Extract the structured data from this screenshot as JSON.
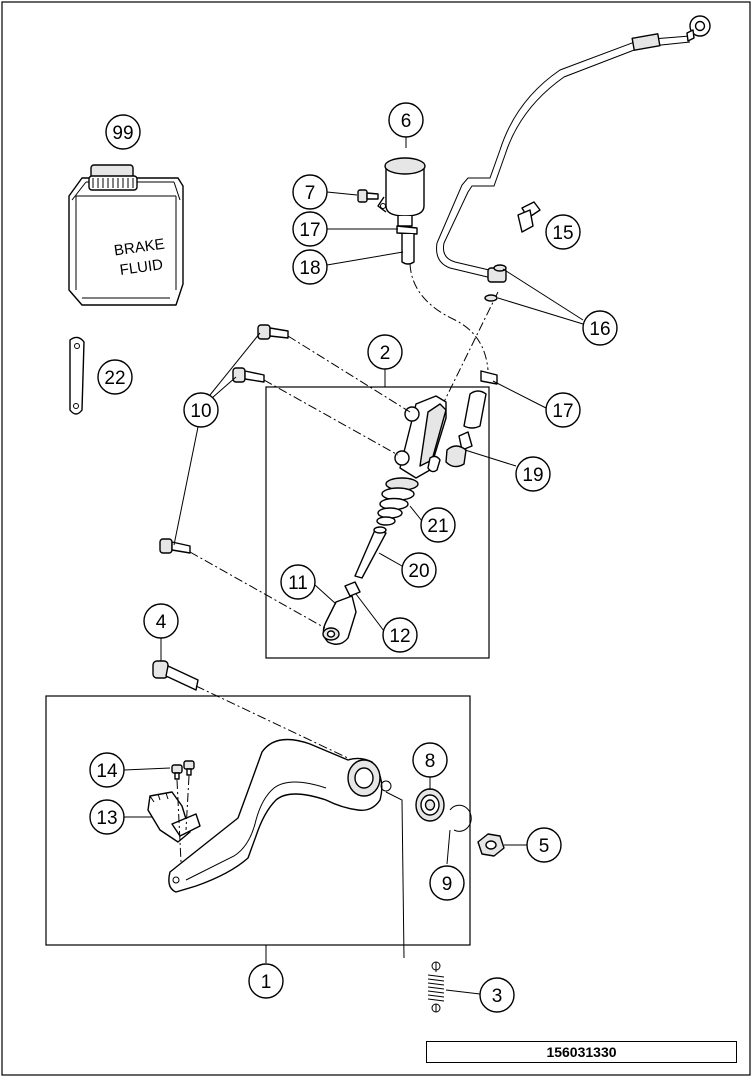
{
  "bottle_label": [
    "BRAKE",
    "FLUID"
  ],
  "drawing_number": "156031330",
  "callouts": [
    {
      "id": "c99",
      "number": "99"
    },
    {
      "id": "c6",
      "number": "6"
    },
    {
      "id": "c7",
      "number": "7"
    },
    {
      "id": "c17a",
      "number": "17"
    },
    {
      "id": "c18",
      "number": "18"
    },
    {
      "id": "c15",
      "number": "15"
    },
    {
      "id": "c16",
      "number": "16"
    },
    {
      "id": "c2",
      "number": "2"
    },
    {
      "id": "c22",
      "number": "22"
    },
    {
      "id": "c10",
      "number": "10"
    },
    {
      "id": "c17b",
      "number": "17"
    },
    {
      "id": "c19",
      "number": "19"
    },
    {
      "id": "c21",
      "number": "21"
    },
    {
      "id": "c20",
      "number": "20"
    },
    {
      "id": "c11",
      "number": "11"
    },
    {
      "id": "c12",
      "number": "12"
    },
    {
      "id": "c4",
      "number": "4"
    },
    {
      "id": "c8",
      "number": "8"
    },
    {
      "id": "c14",
      "number": "14"
    },
    {
      "id": "c13",
      "number": "13"
    },
    {
      "id": "c5",
      "number": "5"
    },
    {
      "id": "c9",
      "number": "9"
    },
    {
      "id": "c1",
      "number": "1"
    },
    {
      "id": "c3",
      "number": "3"
    }
  ]
}
